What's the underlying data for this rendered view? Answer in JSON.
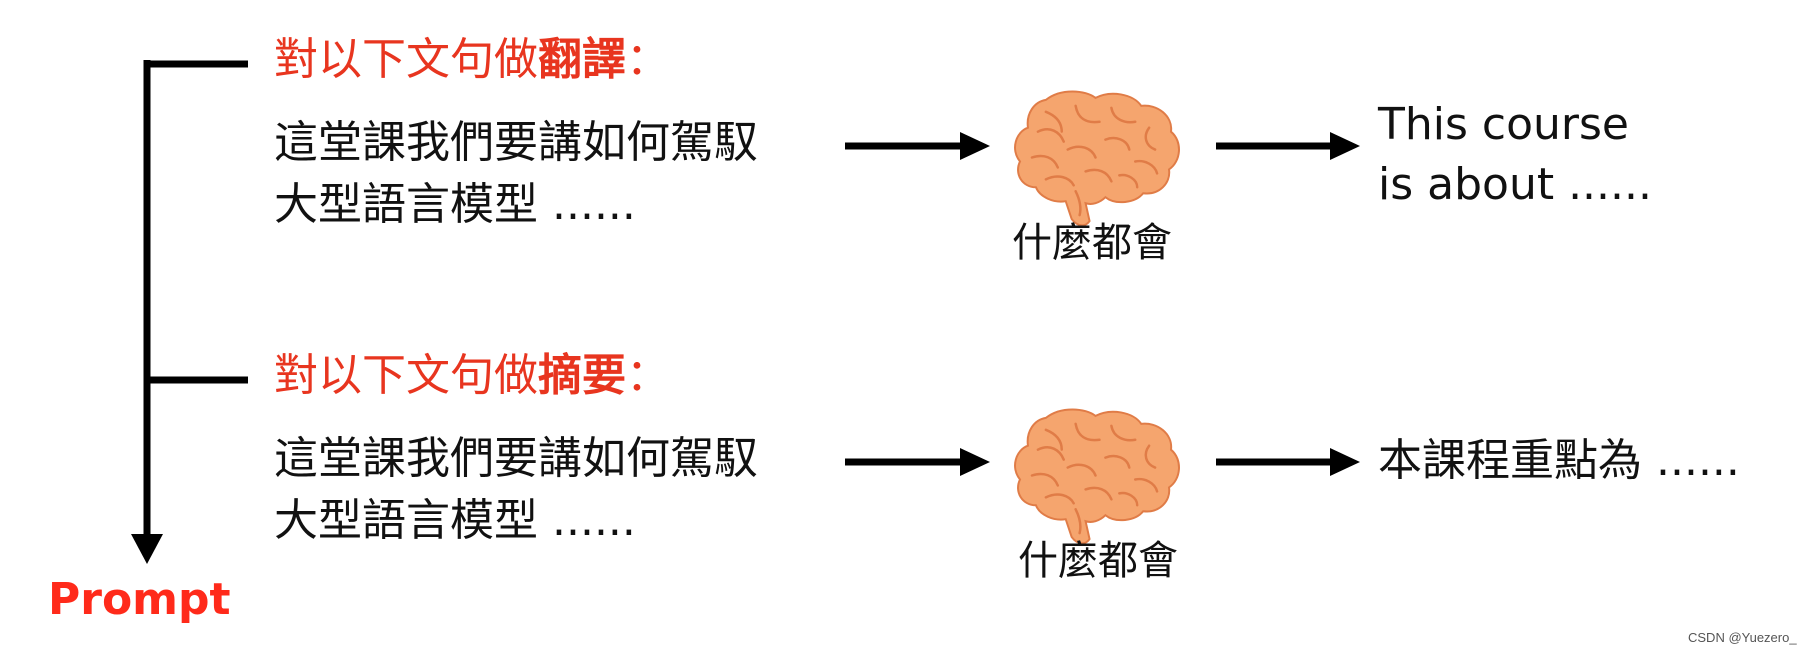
{
  "colors": {
    "accent": "#e8351f",
    "text": "#111111",
    "brain_fill": "#f5a56e",
    "brain_stroke": "#e07c47"
  },
  "prompt": {
    "label": "Prompt"
  },
  "rows": [
    {
      "instruction_prefix": "對以下文句做",
      "instruction_task": "翻譯",
      "instruction_colon": "：",
      "input_line1": "這堂課我們要講如何駕馭",
      "input_line2": "大型語言模型 ......",
      "model_icon": "brain-icon",
      "model_label": "什麼都會",
      "output_line1": "This course",
      "output_line2": "is about ......"
    },
    {
      "instruction_prefix": "對以下文句做",
      "instruction_task": "摘要",
      "instruction_colon": "：",
      "input_line1": "這堂課我們要講如何駕馭",
      "input_line2": "大型語言模型 ......",
      "model_icon": "brain-icon",
      "model_label": "什麼都會",
      "output_line1": "本課程重點為 ......"
    }
  ],
  "watermark": "CSDN @Yuezero_"
}
